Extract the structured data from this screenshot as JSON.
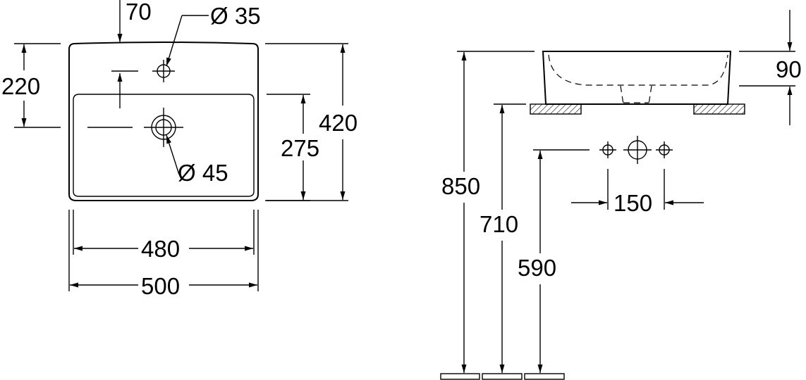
{
  "top_view": {
    "dim_tap_offset": "70",
    "dim_tap_hole": "Ø 35",
    "dim_tap_height": "220",
    "dim_waste_hole": "Ø 45",
    "dim_inner_height": "275",
    "dim_total_height": "420",
    "dim_inner_width": "480",
    "dim_total_width": "500"
  },
  "side_view": {
    "dim_basin_height": "90",
    "dim_floor_to_rim": "850",
    "dim_floor_to_base": "710",
    "dim_floor_to_tap": "590",
    "dim_tap_spacing": "150"
  }
}
